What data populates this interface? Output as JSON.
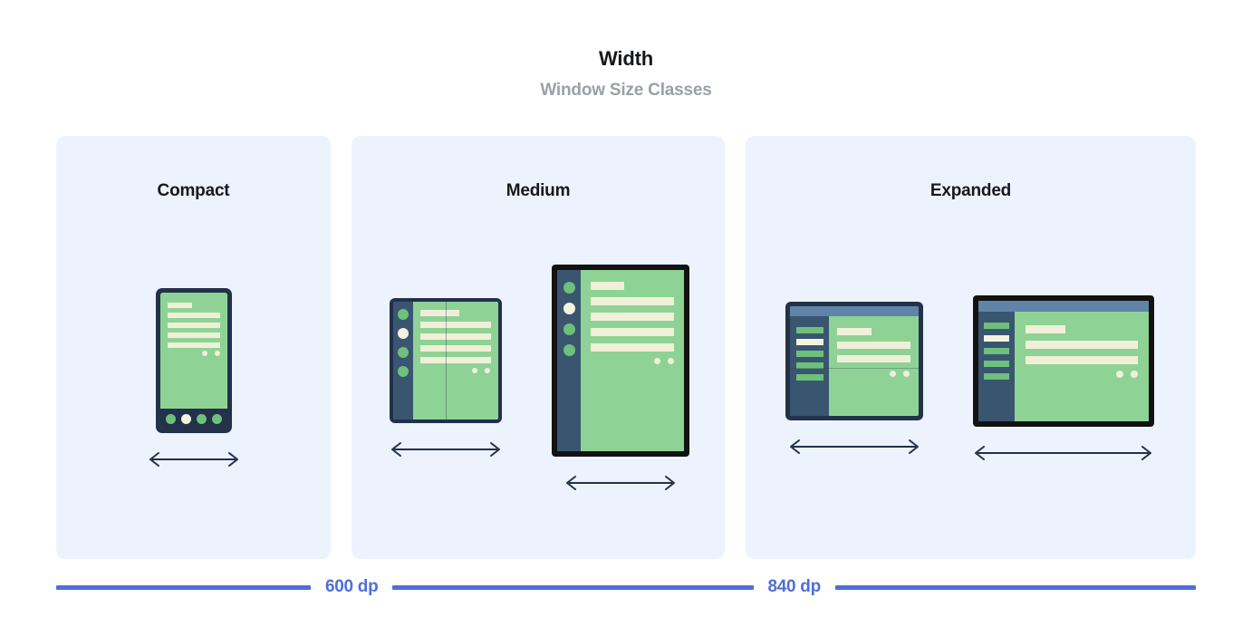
{
  "header": {
    "title": "Width",
    "subtitle": "Window Size Classes"
  },
  "panels": [
    {
      "id": "compact",
      "title": "Compact",
      "devices": [
        {
          "kind": "phone",
          "frame_style": "navy",
          "orientation": "portrait",
          "nav": {
            "type": "bottom-bar",
            "items": 4,
            "selected_index": 1
          },
          "content_bars": 5,
          "arrow": "double-headed-horizontal-arrow"
        }
      ]
    },
    {
      "id": "medium",
      "title": "Medium",
      "devices": [
        {
          "kind": "foldable-portrait",
          "frame_style": "navy",
          "orientation": "portrait",
          "nav": {
            "type": "side-rail-dots",
            "items": 4,
            "selected_index": 1
          },
          "content_bars": 5,
          "fold": "vertical",
          "arrow": "double-headed-horizontal-arrow"
        },
        {
          "kind": "tablet-portrait",
          "frame_style": "black",
          "orientation": "portrait",
          "nav": {
            "type": "side-rail-dots",
            "items": 4,
            "selected_index": 1
          },
          "content_bars": 5,
          "arrow": "double-headed-horizontal-arrow"
        }
      ]
    },
    {
      "id": "expanded",
      "title": "Expanded",
      "devices": [
        {
          "kind": "foldable-landscape",
          "frame_style": "navy",
          "orientation": "landscape",
          "nav": {
            "type": "side-rail-bars",
            "items": 5,
            "selected_index": 1
          },
          "content_bars": 3,
          "fold": "horizontal",
          "arrow": "double-headed-horizontal-arrow"
        },
        {
          "kind": "tablet-landscape",
          "frame_style": "black",
          "orientation": "landscape",
          "nav": {
            "type": "side-rail-bars",
            "items": 5,
            "selected_index": 1
          },
          "content_bars": 3,
          "arrow": "double-headed-horizontal-arrow"
        }
      ]
    }
  ],
  "scale": {
    "breakpoints": [
      {
        "label": "600 dp"
      },
      {
        "label": "840 dp"
      }
    ]
  },
  "colors": {
    "panel_background": "#edf3fd",
    "page_background": "#ffffff",
    "title_text": "#16181c",
    "subtitle_text": "#9aa0a6",
    "scale_blue": "#4f6fd8",
    "device_frame_navy": "#23314a",
    "device_frame_black": "#121212",
    "screen_green": "#8ed395",
    "content_cream": "#f0f0d8",
    "rail_navy": "#3a5570",
    "nav_item_green": "#6fc07a",
    "topbar_blue_gray": "#5f84a8"
  }
}
